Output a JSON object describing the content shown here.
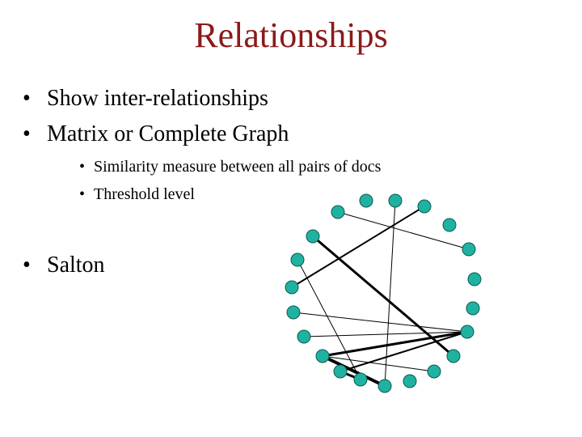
{
  "slide": {
    "title": "Relationships",
    "bullets": [
      "Show inter-relationships",
      "Matrix or Complete Graph"
    ],
    "sub_bullets": [
      "Similarity measure between all pairs of docs",
      "Threshold level"
    ],
    "last_bullet": "Salton",
    "bullet_glyph": "•"
  },
  "diagram": {
    "node_color": "#20b2a0",
    "node_stroke": "#0a5a50",
    "edge_color": "#000000"
  }
}
